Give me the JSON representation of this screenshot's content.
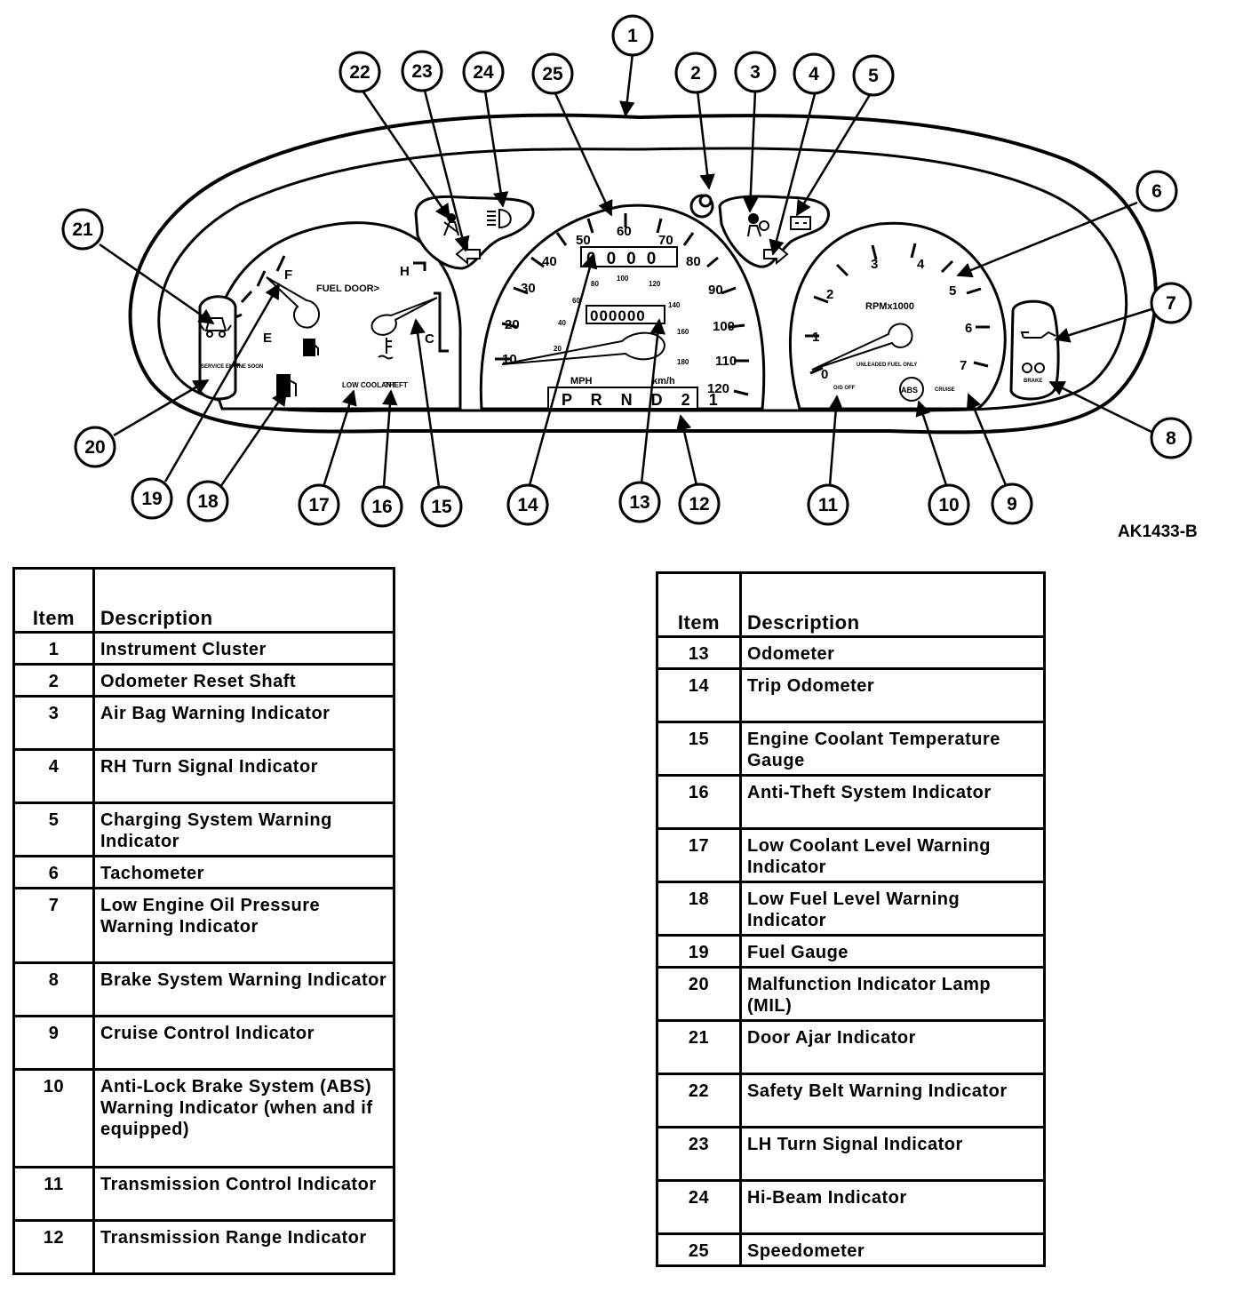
{
  "figure_id": "AK1433-B",
  "cluster_labels": {
    "fuel_door": "FUEL DOOR>",
    "fuel_f": "F",
    "fuel_e": "E",
    "temp_h": "H",
    "temp_c": "C",
    "low_coolant": "LOW COOLANT",
    "theft": "THEFT",
    "service_engine_soon": "SERVICE ENGINE SOON",
    "rpm": "RPMx1000",
    "unleaded": "UNLEADED FUEL ONLY",
    "od_off": "O/D OFF",
    "abs": "ABS",
    "cruise": "CRUISE",
    "brake": "BRAKE",
    "mph": "MPH",
    "kmh": "km/h",
    "trip_odometer": "0000",
    "odometer": "000000",
    "prnd": "P R N D 2 1",
    "speed_ticks": [
      "10",
      "20",
      "30",
      "40",
      "50",
      "60",
      "70",
      "80",
      "90",
      "100",
      "110",
      "120"
    ],
    "kmh_ticks": [
      "20",
      "40",
      "60",
      "80",
      "100",
      "120",
      "140",
      "160",
      "180"
    ],
    "rpm_ticks": [
      "0",
      "1",
      "2",
      "3",
      "4",
      "5",
      "6",
      "7"
    ]
  },
  "callouts": [
    "1",
    "2",
    "3",
    "4",
    "5",
    "6",
    "7",
    "8",
    "9",
    "10",
    "11",
    "12",
    "13",
    "14",
    "15",
    "16",
    "17",
    "18",
    "19",
    "20",
    "21",
    "22",
    "23",
    "24",
    "25"
  ],
  "table_headers": {
    "item": "Item",
    "description": "Description"
  },
  "legend_left": [
    {
      "item": "1",
      "description": "Instrument Cluster"
    },
    {
      "item": "2",
      "description": "Odometer Reset Shaft"
    },
    {
      "item": "3",
      "description": "Air Bag Warning Indicator"
    },
    {
      "item": "4",
      "description": "RH Turn Signal Indicator"
    },
    {
      "item": "5",
      "description": "Charging System Warning Indicator"
    },
    {
      "item": "6",
      "description": "Tachometer"
    },
    {
      "item": "7",
      "description": "Low Engine Oil Pressure Warning Indicator"
    },
    {
      "item": "8",
      "description": "Brake System Warning Indicator"
    },
    {
      "item": "9",
      "description": "Cruise Control Indicator"
    },
    {
      "item": "10",
      "description": "Anti-Lock Brake System (ABS) Warning Indicator (when and if equipped)"
    },
    {
      "item": "11",
      "description": "Transmission Control Indicator"
    },
    {
      "item": "12",
      "description": "Transmission Range Indicator"
    }
  ],
  "legend_right": [
    {
      "item": "13",
      "description": "Odometer"
    },
    {
      "item": "14",
      "description": "Trip Odometer"
    },
    {
      "item": "15",
      "description": "Engine Coolant Temperature Gauge"
    },
    {
      "item": "16",
      "description": "Anti-Theft System Indicator"
    },
    {
      "item": "17",
      "description": "Low Coolant Level Warning Indicator"
    },
    {
      "item": "18",
      "description": "Low Fuel Level Warning Indicator"
    },
    {
      "item": "19",
      "description": "Fuel Gauge"
    },
    {
      "item": "20",
      "description": "Malfunction Indicator Lamp (MIL)"
    },
    {
      "item": "21",
      "description": "Door Ajar Indicator"
    },
    {
      "item": "22",
      "description": "Safety Belt Warning Indicator"
    },
    {
      "item": "23",
      "description": "LH Turn Signal Indicator"
    },
    {
      "item": "24",
      "description": "Hi-Beam Indicator"
    },
    {
      "item": "25",
      "description": "Speedometer"
    }
  ]
}
